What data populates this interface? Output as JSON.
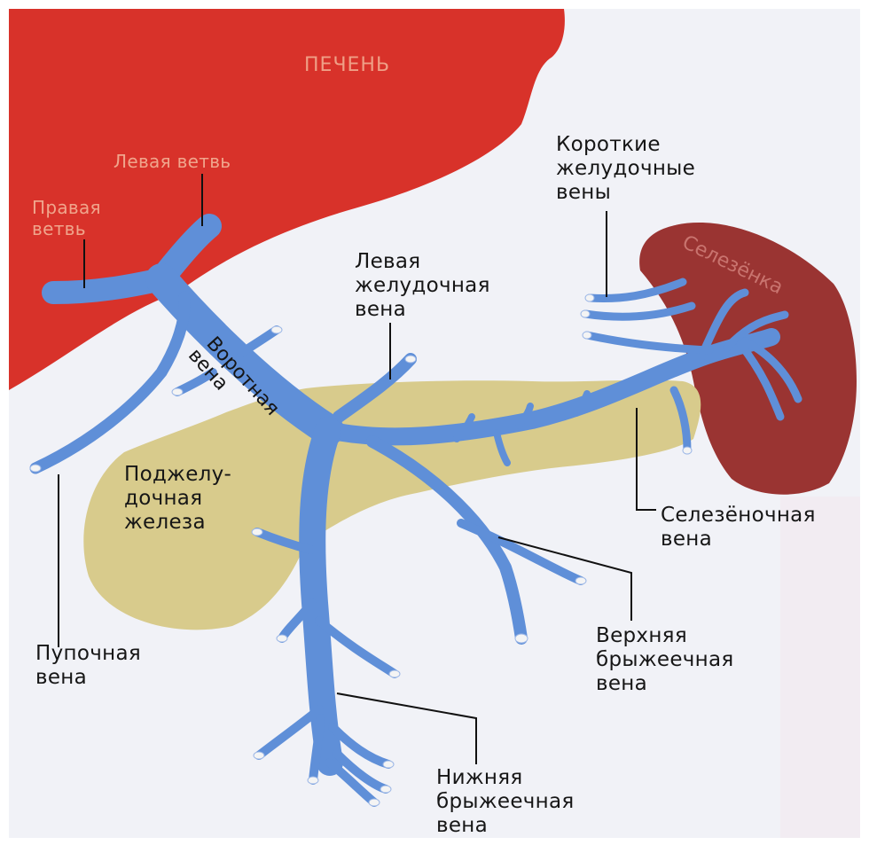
{
  "colors": {
    "liver": "#d8322a",
    "spleen": "#9a3432",
    "pancreas": "#d8cb8c",
    "vein": "#5f8fd8",
    "background": "#ffffff"
  },
  "labels": {
    "liver": "ПЕЧЕНЬ",
    "left_branch": "Левая ветвь",
    "right_branch": [
      "Правая",
      "ветвь"
    ],
    "portal_vein": [
      "Воротная",
      "вена"
    ],
    "left_gastric_vein": [
      "Левая",
      "желудочная",
      "вена"
    ],
    "short_gastric_veins": [
      "Короткие",
      "желудочные",
      "вены"
    ],
    "spleen": "Селезёнка",
    "pancreas": [
      "Поджелу-",
      "дочная",
      "железа"
    ],
    "splenic_vein": [
      "Селезёночная",
      "вена"
    ],
    "umbilical_vein": [
      "Пупочная",
      "вена"
    ],
    "superior_mesenteric_vein": [
      "Верхняя",
      "брыжеечная",
      "вена"
    ],
    "inferior_mesenteric_vein": [
      "Нижняя",
      "брыжеечная",
      "вена"
    ]
  }
}
